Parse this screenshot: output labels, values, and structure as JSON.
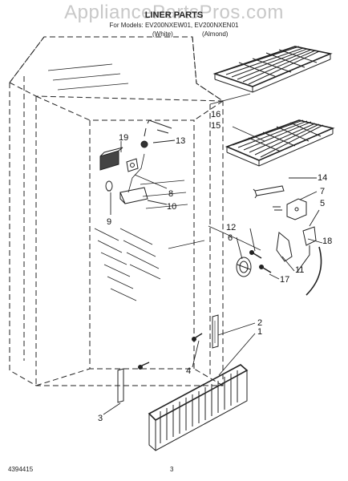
{
  "header": {
    "watermark": "AppliancePartsPros.com",
    "title": "LINER PARTS",
    "models": "For Models: EV200NXEW01, EV200NXEN01",
    "variant_white": "(White)",
    "variant_almond": "(Almond)"
  },
  "callouts": [
    "1",
    "2",
    "3",
    "4",
    "5",
    "6",
    "7",
    "8",
    "9",
    "10",
    "11",
    "12",
    "13",
    "14",
    "15",
    "16",
    "17",
    "18",
    "19"
  ],
  "footer": {
    "doc_number": "4394415",
    "page_number": "3"
  }
}
